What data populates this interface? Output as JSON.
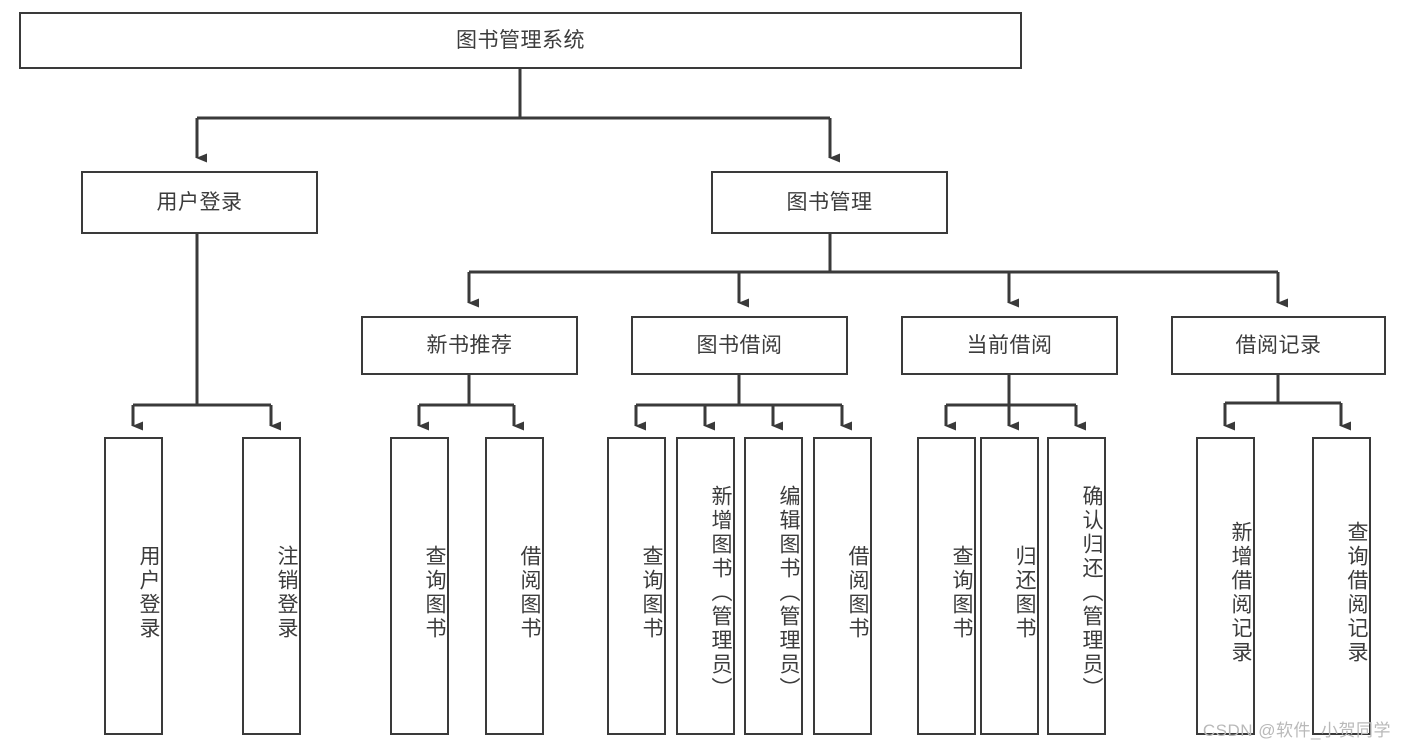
{
  "diagram": {
    "type": "tree-hierarchy",
    "title": "图书管理系统",
    "watermark": "CSDN @软件_小贺同学",
    "colors": {
      "box_border": "#3a3a3a",
      "box_fill": "#ffffff",
      "edge": "#3a3a3a",
      "text": "#3c3c3c",
      "watermark": "#b9b9b9",
      "background": "#ffffff"
    },
    "levels": {
      "root": {
        "label": "图书管理系统",
        "orientation": "horizontal"
      },
      "level2": [
        {
          "label": "用户登录",
          "orientation": "horizontal"
        },
        {
          "label": "图书管理",
          "orientation": "horizontal"
        }
      ],
      "level3": [
        {
          "label": "新书推荐",
          "orientation": "horizontal",
          "parent": "图书管理"
        },
        {
          "label": "图书借阅",
          "orientation": "horizontal",
          "parent": "图书管理"
        },
        {
          "label": "当前借阅",
          "orientation": "horizontal",
          "parent": "图书管理"
        },
        {
          "label": "借阅记录",
          "orientation": "horizontal",
          "parent": "图书管理"
        }
      ],
      "leaves": [
        {
          "label": "用户登录",
          "orientation": "vertical",
          "parent": "用户登录"
        },
        {
          "label": "注销登录",
          "orientation": "vertical",
          "parent": "用户登录"
        },
        {
          "label": "查询图书",
          "orientation": "vertical",
          "parent": "新书推荐"
        },
        {
          "label": "借阅图书",
          "orientation": "vertical",
          "parent": "新书推荐"
        },
        {
          "label": "查询图书",
          "orientation": "vertical",
          "parent": "图书借阅"
        },
        {
          "label": "新增图书（管理员）",
          "orientation": "vertical",
          "parent": "图书借阅"
        },
        {
          "label": "编辑图书（管理员）",
          "orientation": "vertical",
          "parent": "图书借阅"
        },
        {
          "label": "借阅图书",
          "orientation": "vertical",
          "parent": "图书借阅"
        },
        {
          "label": "查询图书",
          "orientation": "vertical",
          "parent": "当前借阅"
        },
        {
          "label": "归还图书",
          "orientation": "vertical",
          "parent": "当前借阅"
        },
        {
          "label": "确认归还（管理员）",
          "orientation": "vertical",
          "parent": "当前借阅"
        },
        {
          "label": "新增借阅记录",
          "orientation": "vertical",
          "parent": "借阅记录"
        },
        {
          "label": "查询借阅记录",
          "orientation": "vertical",
          "parent": "借阅记录"
        }
      ]
    },
    "nodes": {
      "root": {
        "label": "图书管理系统"
      },
      "user_login": {
        "label": "用户登录"
      },
      "book_manage": {
        "label": "图书管理"
      },
      "new_book_rec": {
        "label": "新书推荐"
      },
      "book_borrow": {
        "label": "图书借阅"
      },
      "current_borrow": {
        "label": "当前借阅"
      },
      "borrow_record": {
        "label": "借阅记录"
      },
      "leaf_user_login": {
        "label": "用户登录"
      },
      "leaf_logout": {
        "label": "注销登录"
      },
      "leaf_query_book_1": {
        "label": "查询图书"
      },
      "leaf_borrow_book_1": {
        "label": "借阅图书"
      },
      "leaf_query_book_2": {
        "label": "查询图书"
      },
      "leaf_add_book_admin": {
        "label": "新增图书（管理员）"
      },
      "leaf_edit_book_admin": {
        "label": "编辑图书（管理员）"
      },
      "leaf_borrow_book_2": {
        "label": "借阅图书"
      },
      "leaf_query_book_3": {
        "label": "查询图书"
      },
      "leaf_return_book": {
        "label": "归还图书"
      },
      "leaf_confirm_return_admin": {
        "label": "确认归还（管理员）"
      },
      "leaf_add_borrow_record": {
        "label": "新增借阅记录"
      },
      "leaf_query_borrow_record": {
        "label": "查询借阅记录"
      }
    }
  }
}
